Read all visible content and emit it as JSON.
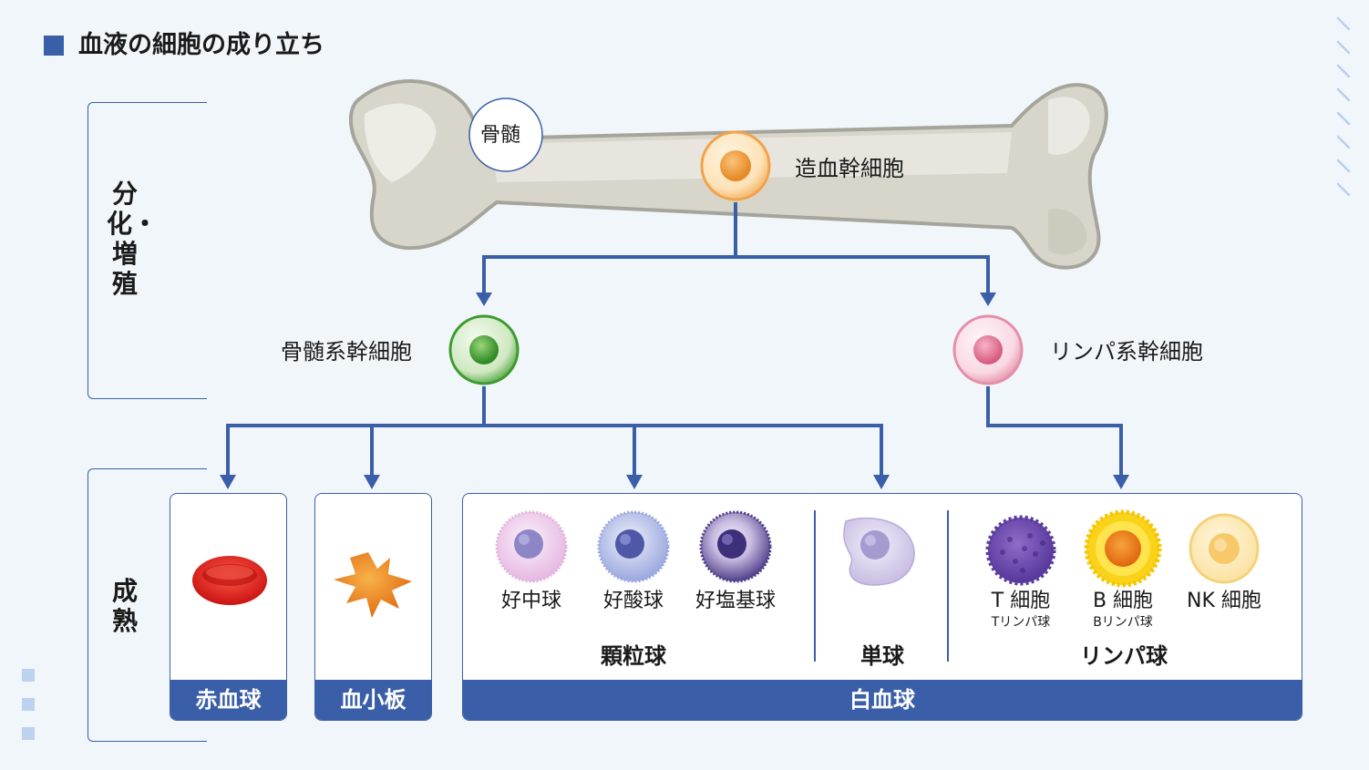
{
  "title": "血液の細胞の成り立ち",
  "side_labels": {
    "proliferation": "分化・増殖",
    "maturation": "成熟"
  },
  "bone": {
    "marrow_label": "骨髄"
  },
  "stem_cells": {
    "hematopoietic": "造血幹細胞",
    "myeloid": "骨髄系幹細胞",
    "lymphoid": "リンパ系幹細胞"
  },
  "boxes": {
    "red_blood_cell": "赤血球",
    "platelet": "血小板",
    "white_blood_cell": "白血球"
  },
  "granulocytes": {
    "group": "顆粒球",
    "cells": [
      "好中球",
      "好酸球",
      "好塩基球"
    ]
  },
  "monocyte": {
    "group": "単球"
  },
  "lymphocytes": {
    "group": "リンパ球",
    "cells": [
      {
        "name": "T 細胞",
        "sub": "Tリンパ球"
      },
      {
        "name": "B 細胞",
        "sub": "Bリンパ球"
      },
      {
        "name": "NK 細胞",
        "sub": ""
      }
    ]
  },
  "colors": {
    "accent": "#3a5fa8",
    "background": "#f1f6fb",
    "bone": "#d7d5ca",
    "hematopoietic": "#f0a24a",
    "myeloid": "#3c9a2e",
    "lymphoid": "#e28aa6"
  }
}
